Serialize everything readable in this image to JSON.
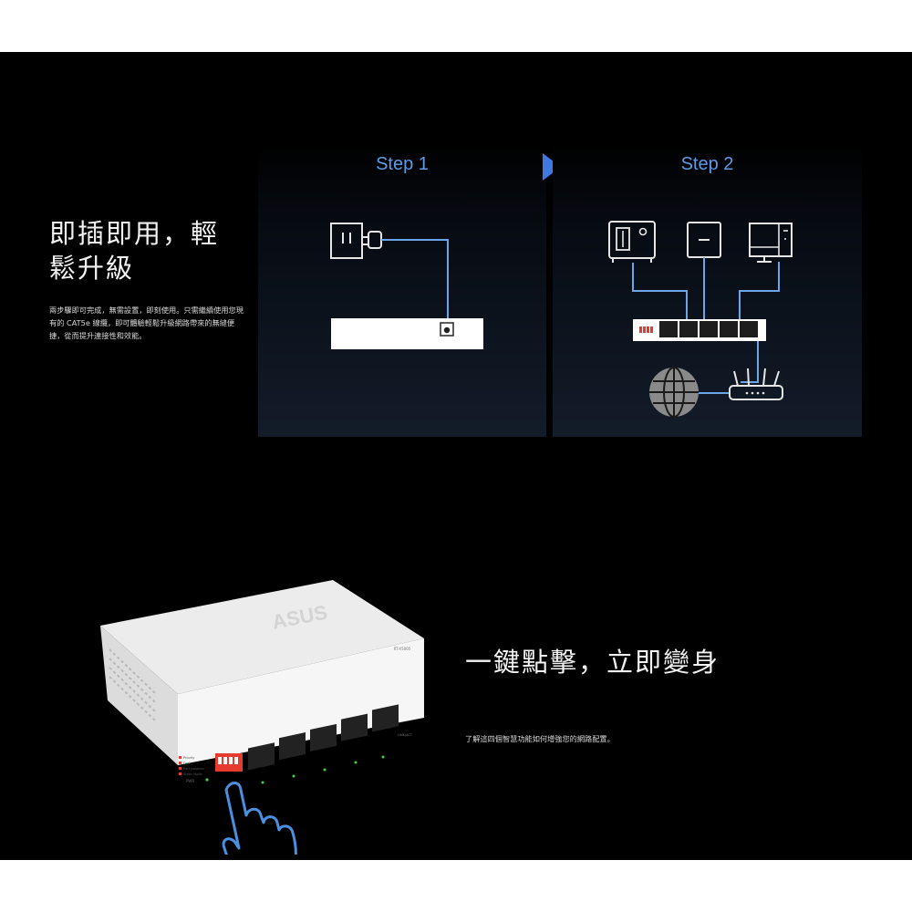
{
  "hero": {
    "title": "即插即用，輕鬆升級",
    "description": "兩步驟即可完成，無需設置，即刻使用。只需繼續使用您現有的 CAT5e 線纜，即可體驗輕鬆升級網路帶來的無縫便捷，從而提升連接性和效能。"
  },
  "steps": [
    {
      "label": "Step 1"
    },
    {
      "label": "Step 2"
    }
  ],
  "feature": {
    "title": "一鍵點擊，立即變身",
    "description": "了解這四個智慧功能如何增強您的網路配置。"
  },
  "device": {
    "brand": "ASUS",
    "model": "RT-X5005",
    "dip_labels": [
      "Priority",
      "QoS",
      "Port Isolation",
      "Static Mode"
    ],
    "power_label": "PWR",
    "led_label": "LINK/ACT"
  },
  "colors": {
    "accent": "#5f9be6",
    "icon_stroke": "#e6e6e6",
    "cable": "#6aa6e8",
    "dip_red": "#e63b2e"
  }
}
